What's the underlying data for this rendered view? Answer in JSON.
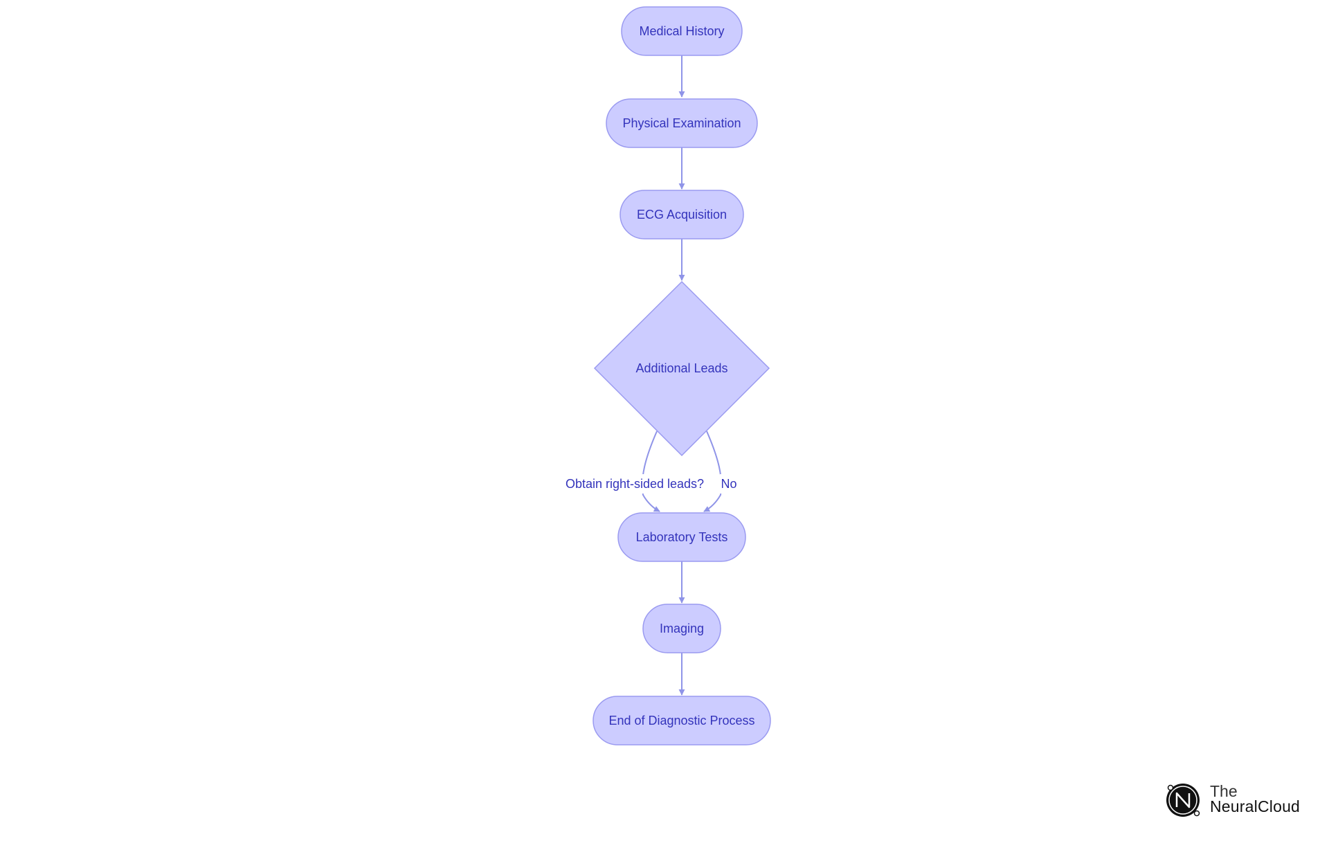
{
  "colors": {
    "node_fill": "#ccccff",
    "node_stroke": "#9a9af0",
    "edge": "#8f94e8",
    "text": "#3333bb"
  },
  "nodes": {
    "medical_history": "Medical History",
    "physical_examination": "Physical Examination",
    "ecg_acquisition": "ECG Acquisition",
    "additional_leads": "Additional Leads",
    "laboratory_tests": "Laboratory Tests",
    "imaging": "Imaging",
    "end": "End of Diagnostic Process"
  },
  "edges": {
    "yes_label": "Obtain right-sided leads?",
    "no_label": "No"
  },
  "logo": {
    "line1": "The",
    "line2": "NeuralCloud"
  }
}
